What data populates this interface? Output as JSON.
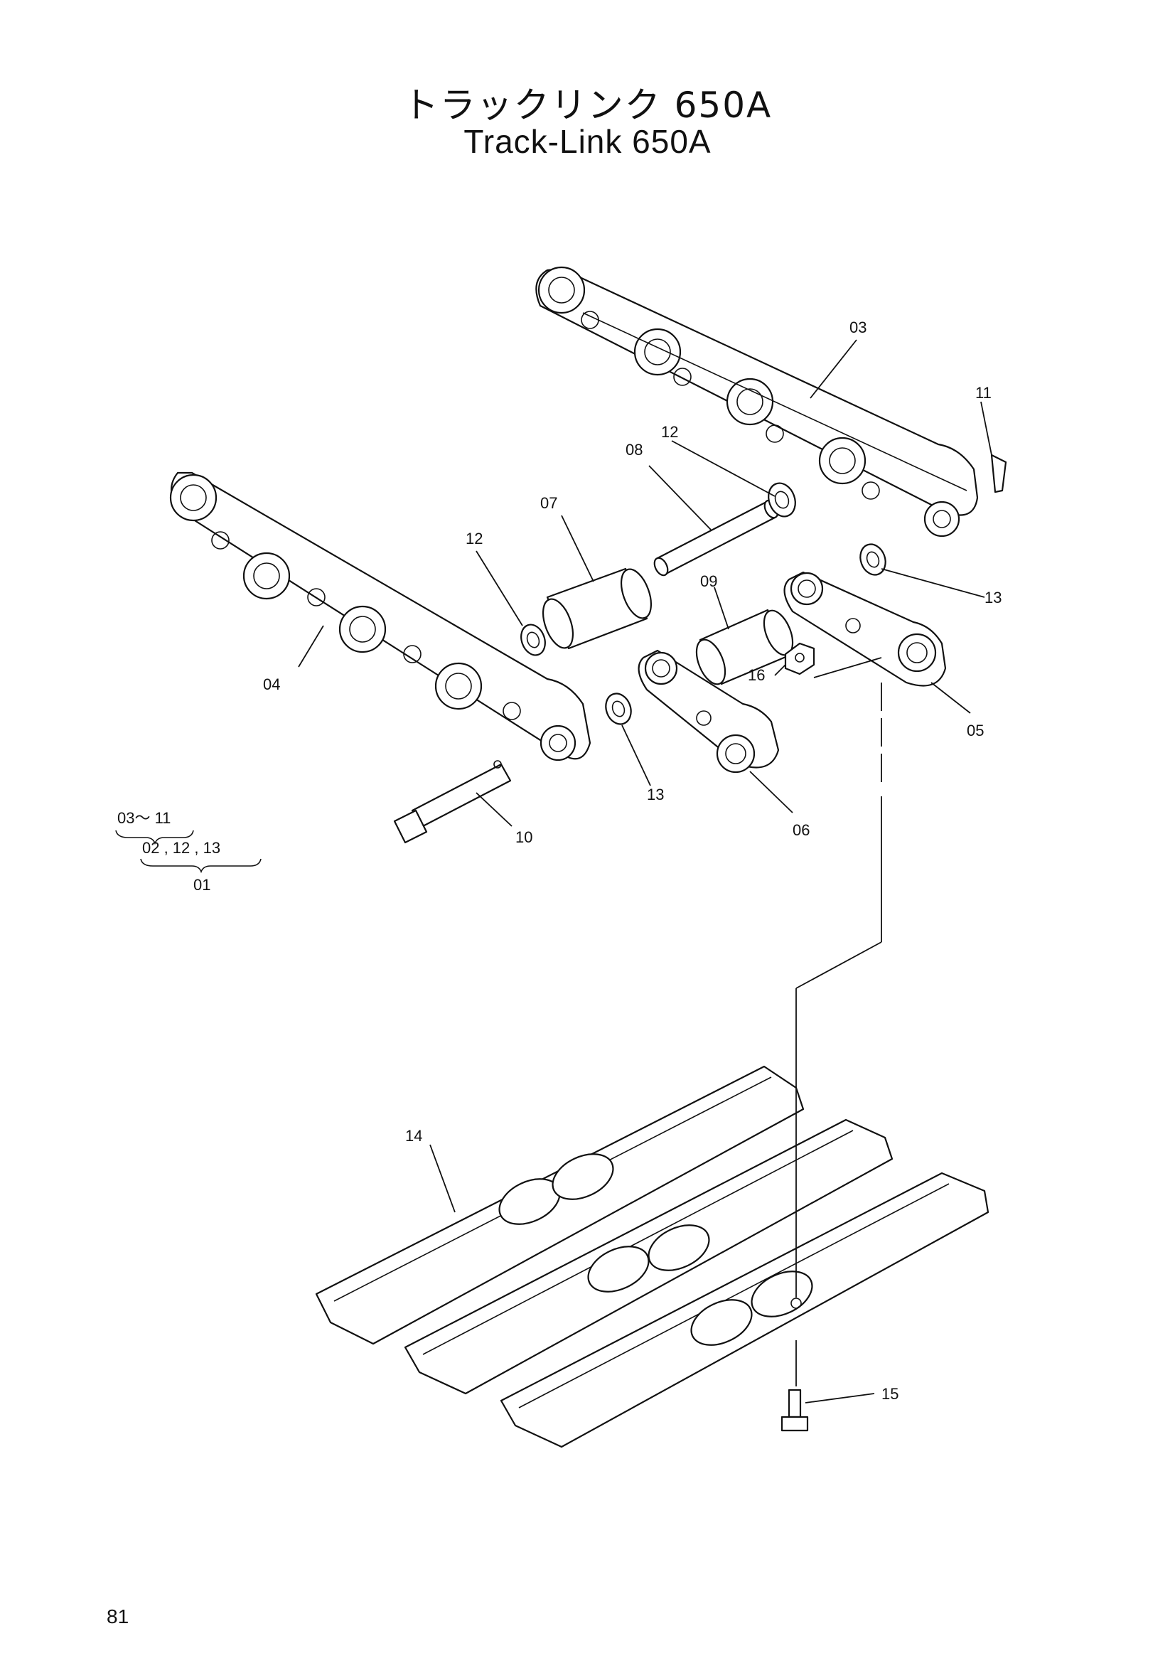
{
  "title": {
    "japanese": "トラックリンク 650A",
    "english": "Track-Link 650A"
  },
  "callouts": [
    {
      "id": "03",
      "label": "03"
    },
    {
      "id": "11",
      "label": "11"
    },
    {
      "id": "12a",
      "label": "12"
    },
    {
      "id": "08",
      "label": "08"
    },
    {
      "id": "07",
      "label": "07"
    },
    {
      "id": "12b",
      "label": "12"
    },
    {
      "id": "13a",
      "label": "13"
    },
    {
      "id": "09",
      "label": "09"
    },
    {
      "id": "16",
      "label": "16"
    },
    {
      "id": "04",
      "label": "04"
    },
    {
      "id": "05",
      "label": "05"
    },
    {
      "id": "13b",
      "label": "13"
    },
    {
      "id": "06",
      "label": "06"
    },
    {
      "id": "10",
      "label": "10"
    },
    {
      "id": "14",
      "label": "14"
    },
    {
      "id": "15",
      "label": "15"
    }
  ],
  "assembly_note": {
    "line1": "03〜 11",
    "line2": "02 , 12 , 13",
    "line3": "01"
  },
  "page_number": "81"
}
